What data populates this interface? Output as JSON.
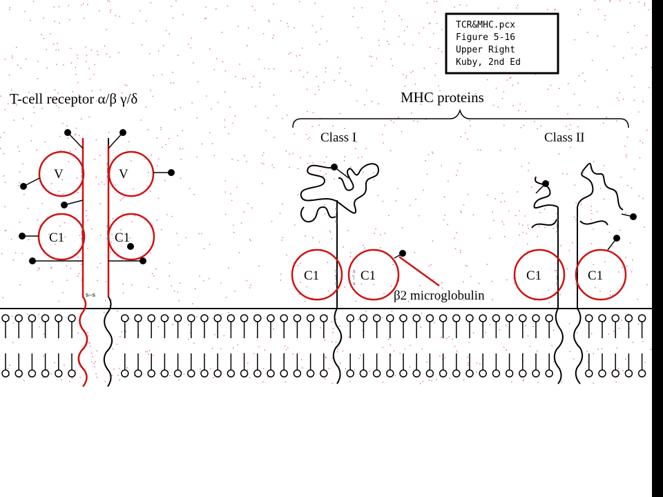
{
  "colors": {
    "protein_red": "#d01010",
    "ink": "#000000",
    "speckle": "#e070c0",
    "right_bar": "#000000"
  },
  "tag_lines": [
    "TCR&MHC.pcx",
    "Figure 5-16",
    "Upper Right",
    "Kuby, 2nd Ed"
  ],
  "labels": {
    "tcr_title": "T-cell receptor α/β γ/δ",
    "mhc_title": "MHC proteins",
    "class1": "Class I",
    "class2": "Class II",
    "b2m": "β2 microglobulin",
    "v": "V",
    "c1": "C1",
    "disulfide": "s–s",
    "ss": "s-s"
  }
}
